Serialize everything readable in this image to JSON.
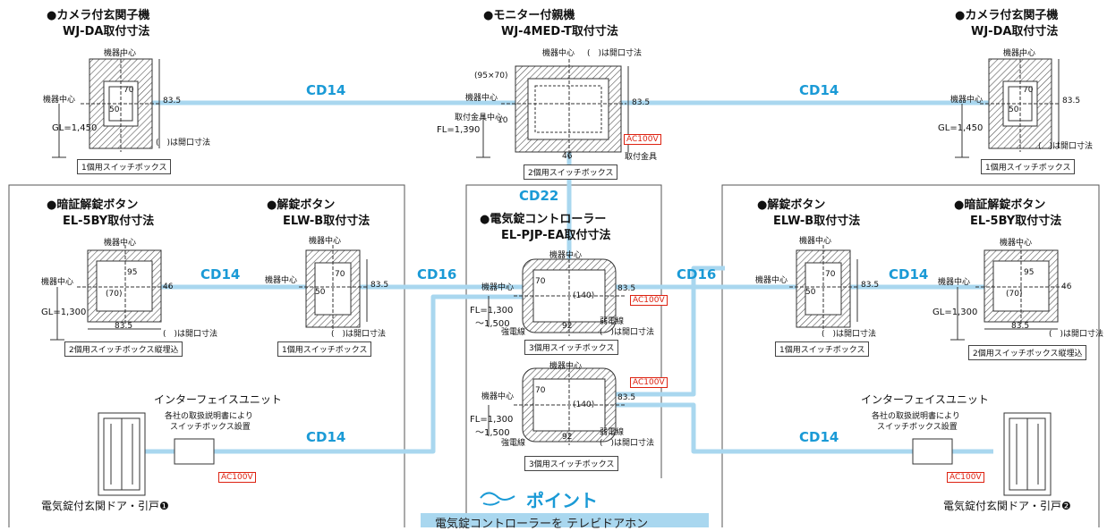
{
  "colors": {
    "pipe": "#a9d7ef",
    "accent": "#1a9ad6",
    "ac": "#dd2211"
  },
  "top_left": {
    "title1": "●カメラ付玄関子機",
    "title2": "WJ-DA取付寸法",
    "center_top": "機器中心",
    "center_side": "機器中心",
    "d70": "70",
    "d50": "50",
    "d835": "83.5",
    "note": "(　)は開口寸法",
    "gl": "GL=1,450",
    "box": "1個用スイッチボックス"
  },
  "top_mid": {
    "title1": "●モニター付親機",
    "title2": "WJ-4MED-T取付寸法",
    "center_top": "機器中心",
    "note": "(　)は開口寸法",
    "size": "(95×70)",
    "center_side": "機器中心",
    "bracket_center": "取付金具中心",
    "d10": "10",
    "fl": "FL=1,390",
    "d835": "83.5",
    "ac": "AC100V",
    "bracket": "取付金具",
    "d46": "46",
    "box": "2個用スイッチボックス"
  },
  "top_right": {
    "title1": "●カメラ付玄関子機",
    "title2": "WJ-DA取付寸法",
    "center_top": "機器中心",
    "center_side": "機器中心",
    "d70": "70",
    "d50": "50",
    "d835": "83.5",
    "note": "(　)は開口寸法",
    "gl": "GL=1,450",
    "box": "1個用スイッチボックス"
  },
  "cd": {
    "a": "CD14",
    "b": "CD14",
    "c": "CD22",
    "d": "CD14",
    "e": "CD16",
    "f": "CD16",
    "g": "CD14",
    "h": "CD14",
    "i": "CD14"
  },
  "l_pin": {
    "title1": "●暗証解錠ボタン",
    "title2": "EL-5BY取付寸法",
    "center_top": "機器中心",
    "center_side": "機器中心",
    "d95": "95",
    "d70": "(70)",
    "d46": "46",
    "d835": "83.5",
    "gl": "GL=1,300",
    "note": "(　)は開口寸法",
    "box": "2個用スイッチボックス縦埋込"
  },
  "l_btn": {
    "title1": "●解錠ボタン",
    "title2": "ELW-B取付寸法",
    "center_top": "機器中心",
    "center_side": "機器中心",
    "d70": "70",
    "d50": "50",
    "d835": "83.5",
    "note": "(　)は開口寸法",
    "box": "1個用スイッチボックス"
  },
  "ctrl": {
    "title1": "●電気錠コントローラー",
    "title2": "EL-PJP-EA取付寸法",
    "center_top": "機器中心",
    "center_side": "機器中心",
    "d70": "70",
    "d140": "(140)",
    "d835": "83.5",
    "ac": "AC100V",
    "fl": "FL=1,300",
    "fl2": "～1,500",
    "strong": "強電線",
    "weak": "弱電線",
    "d92": "92",
    "note": "(　)は開口寸法",
    "box": "3個用スイッチボックス"
  },
  "ctrl2": {
    "center_top": "機器中心",
    "center_side": "機器中心",
    "d70": "70",
    "d140": "(140)",
    "d835": "83.5",
    "ac": "AC100V",
    "fl": "FL=1,300",
    "fl2": "～1,500",
    "strong": "強電線",
    "weak": "弱電線",
    "d92": "92",
    "note": "(　)は開口寸法",
    "box": "3個用スイッチボックス"
  },
  "r_btn": {
    "title1": "●解錠ボタン",
    "title2": "ELW-B取付寸法",
    "center_top": "機器中心",
    "center_side": "機器中心",
    "d70": "70",
    "d50": "50",
    "d835": "83.5",
    "note": "(　)は開口寸法",
    "box": "1個用スイッチボックス"
  },
  "r_pin": {
    "title1": "●暗証解錠ボタン",
    "title2": "EL-5BY取付寸法",
    "center_top": "機器中心",
    "center_side": "機器中心",
    "d95": "95",
    "d70": "(70)",
    "d46": "46",
    "d835": "83.5",
    "gl": "GL=1,300",
    "note": "(　)は開口寸法",
    "box": "2個用スイッチボックス縦埋込"
  },
  "l_if": {
    "title": "インターフェイスユニット",
    "sub1": "各社の取扱説明書により",
    "sub2": "スイッチボックス設置",
    "ac": "AC100V",
    "door": "電気錠付玄関ドア・引戸❶"
  },
  "r_if": {
    "title": "インターフェイスユニット",
    "sub1": "各社の取扱説明書により",
    "sub2": "スイッチボックス設置",
    "ac": "AC100V",
    "door": "電気錠付玄関ドア・引戸❷"
  },
  "point": {
    "title": "ポイント",
    "text": "電気錠コントローラーを テレビドアホン"
  }
}
